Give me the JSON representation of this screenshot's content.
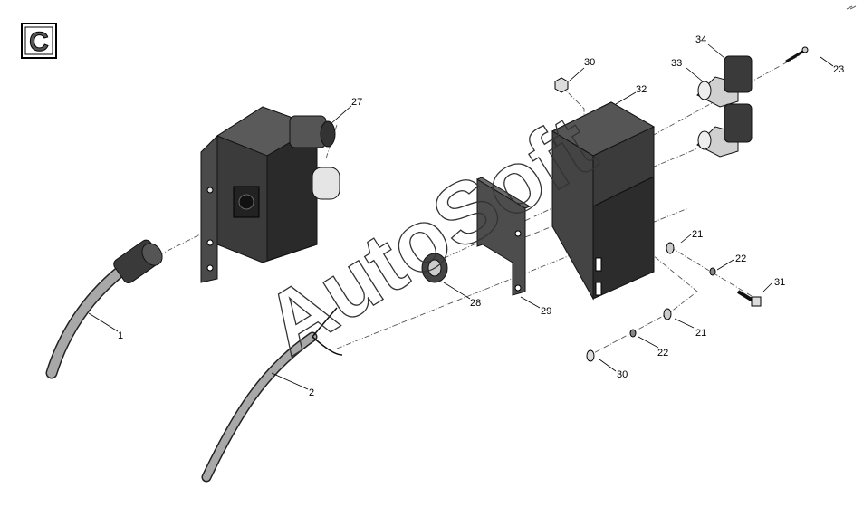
{
  "section_badge": "C",
  "watermark": "AutoSoft",
  "callouts": [
    "1",
    "2",
    "21",
    "21",
    "22",
    "22",
    "23",
    "27",
    "28",
    "29",
    "30",
    "30",
    "31",
    "32",
    "33",
    "34"
  ],
  "colors": {
    "part_fill": "#3b3b3b",
    "part_side": "#2a2a2a",
    "part_top": "#5a5a5a",
    "cable": "#8a8a8a",
    "bolt": "#cfcfcf"
  }
}
